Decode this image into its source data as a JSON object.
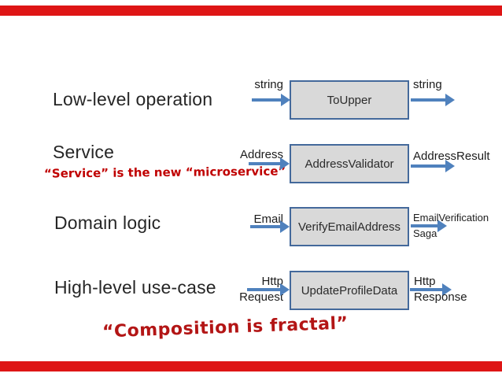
{
  "theme": {
    "accent_red": "#de1515",
    "arrow_blue": "#4f81bd",
    "box_fill": "#d9d9d9",
    "box_border": "#44699b",
    "annotation_red": "#c00000",
    "quote_red": "#b31515",
    "text_dark": "#262626"
  },
  "rows": [
    {
      "label": "Low-level operation",
      "box": "ToUpper",
      "input_labels": [
        "string"
      ],
      "output_labels": [
        "string"
      ]
    },
    {
      "label": "Service",
      "annotation": "“Service” is the new “microservice”",
      "box": "AddressValidator",
      "input_labels": [
        "Address"
      ],
      "output_labels": [
        "AddressResult"
      ]
    },
    {
      "label": "Domain logic",
      "box": "VerifyEmailAddress",
      "input_labels": [
        "Email"
      ],
      "output_labels": [
        "EmailVerification",
        "Saga"
      ]
    },
    {
      "label": "High-level use-case",
      "box": "UpdateProfileData",
      "input_labels": [
        "Http",
        "Request"
      ],
      "output_labels": [
        "Http",
        "Response"
      ]
    }
  ],
  "footer_quote": "“Composition is fractal”"
}
